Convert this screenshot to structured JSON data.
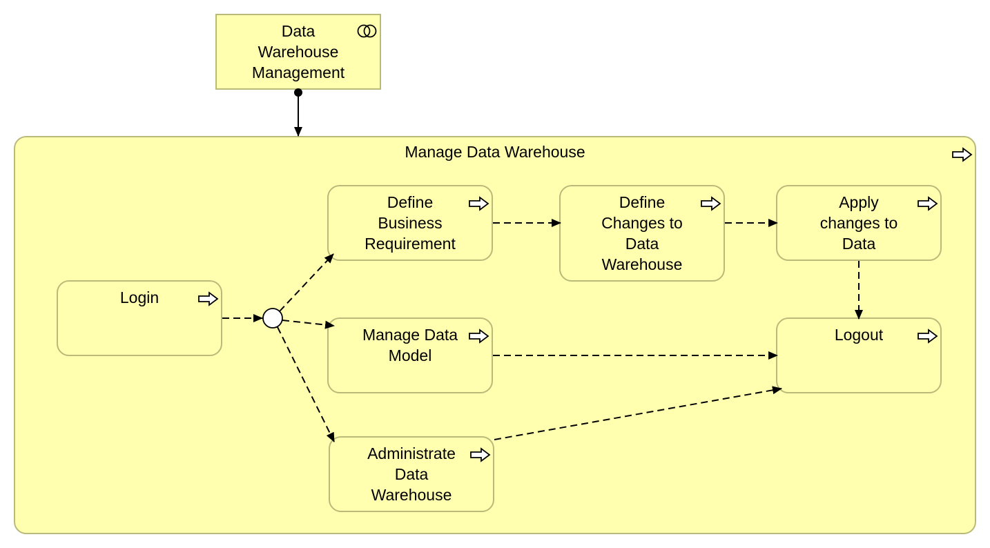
{
  "colors": {
    "fill": "#ffffaf",
    "border": "#b9b97a",
    "line": "#000000"
  },
  "service": {
    "label": "Data\nWarehouse\nManagement",
    "icon": "business-service-icon"
  },
  "container": {
    "label": "Manage Data Warehouse",
    "icon": "process-arrow-icon"
  },
  "processes": {
    "login": "Login",
    "define_business": "Define\nBusiness\nRequirement",
    "define_changes": "Define\nChanges to\nData\nWarehouse",
    "apply_changes": "Apply\nchanges to\nData",
    "manage_model": "Manage Data\nModel",
    "administrate": "Administrate\nData\nWarehouse",
    "logout": "Logout"
  },
  "junction": {
    "type": "or-junction"
  }
}
